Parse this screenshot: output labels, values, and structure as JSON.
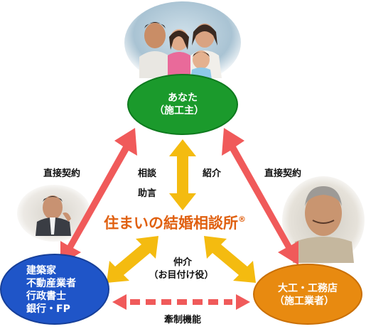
{
  "nodes": {
    "you": {
      "line1": "あなた",
      "line2": "（施工主）",
      "color": "#1b9a2c"
    },
    "professionals": {
      "lines": [
        "建築家",
        "不動産業者",
        "行政書士",
        "銀行・FP"
      ],
      "color": "#1f55c8"
    },
    "builders": {
      "line1": "大工・工務店",
      "line2": "（施工業者）",
      "color": "#e88a10"
    }
  },
  "labels": {
    "direct_contract_left": "直接契約",
    "direct_contract_right": "直接契約",
    "consultation": "相談",
    "advice": "助言",
    "introduction": "紹介",
    "mediation": "仲介",
    "go_between": "（お目付け役）",
    "check_function": "牽制機能"
  },
  "center": {
    "title": "住まいの結婚相談所",
    "mark": "®"
  },
  "colors": {
    "red_arrow": "#f05a5a",
    "yellow_arrow": "#f4bb10",
    "accent_title": "#e06010"
  },
  "icons": {
    "family_photo": "family-photo",
    "businessman_photo": "businessman-photo",
    "craftsman_photo": "craftsman-photo"
  }
}
